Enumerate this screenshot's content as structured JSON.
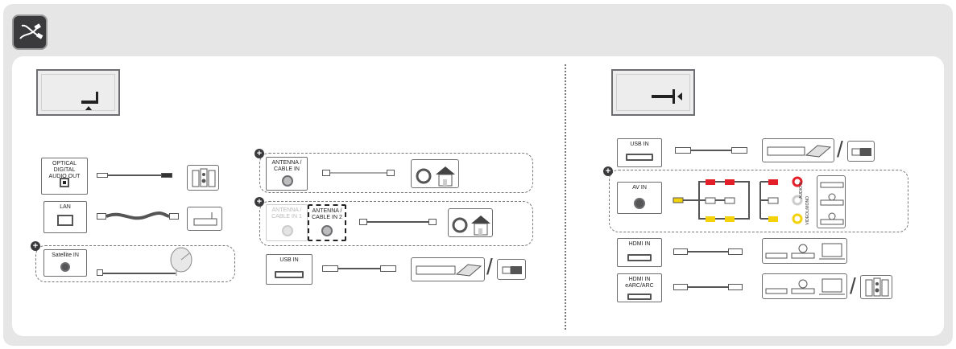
{
  "panel": {
    "header_icon": "connection-cable-icon",
    "left_tv_icon": "tv-back-bottom-port-icon",
    "right_tv_icon": "tv-back-side-port-icon",
    "plus_marker": "+"
  },
  "ports": {
    "optical_line1": "OPTICAL DIGITAL",
    "optical_line2": "AUDIO OUT",
    "lan": "LAN",
    "satellite": "Satellite IN",
    "antenna1_line1": "ANTENNA /",
    "antenna1_line2": "CABLE IN",
    "antenna_in1_line1": "ANTENNA /",
    "antenna_in1_line2": "CABLE IN 1",
    "antenna_in2_line1": "ANTENNA /",
    "antenna_in2_line2": "CABLE IN 2",
    "usb_left": "USB IN",
    "usb_right": "USB IN",
    "av": "AV IN",
    "hdmi": "HDMI IN",
    "hdmi_arc_line1": "HDMI IN",
    "hdmi_arc_line2": "eARC/ARC"
  },
  "av_labels": {
    "audio_r": "AUDIO R",
    "l_mono": "L/MONO",
    "video": "VIDEO"
  },
  "separators": {
    "slash": "/"
  },
  "icons": {
    "speaker": "speaker-system-icon",
    "router": "router-icon",
    "dish": "satellite-dish-icon",
    "antenna": "antenna-house-icon",
    "storage": "external-drive-icon",
    "usb_stick": "usb-stick-icon",
    "set_top": "set-top-box-icon",
    "disc": "disc-player-icon",
    "laptop": "laptop-icon",
    "camcorder": "camcorder-icon"
  },
  "colors": {
    "frame": "#e6e6e7",
    "dark": "#3a3a3c",
    "outline": "#6d6e71",
    "rca_red": "#e3202a",
    "rca_yellow": "#f4d20a",
    "rca_white": "#ffffff"
  }
}
